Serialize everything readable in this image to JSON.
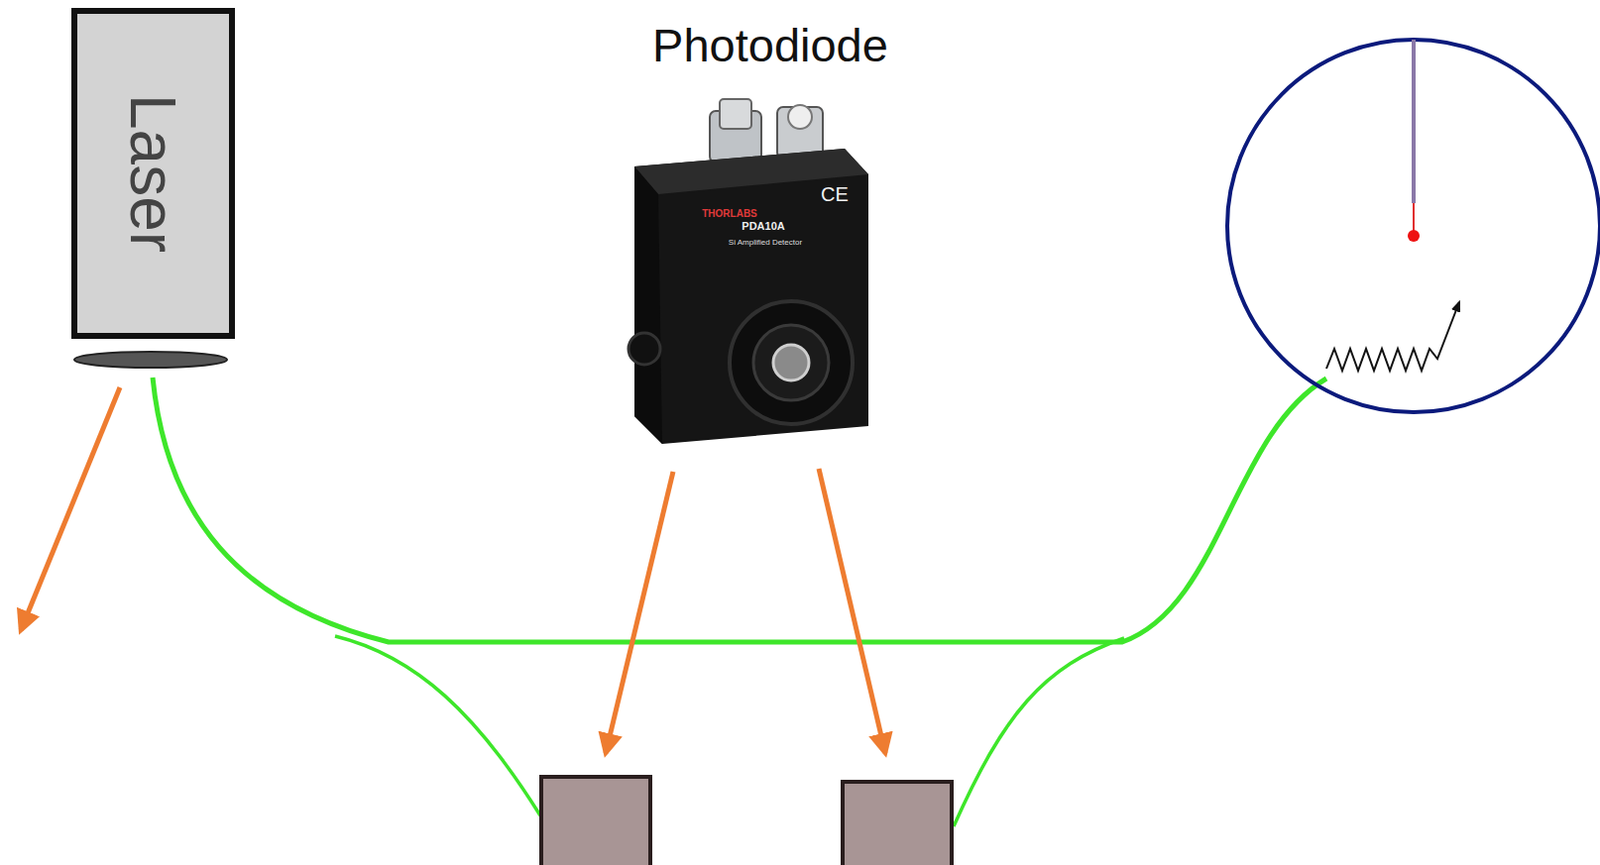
{
  "diagram": {
    "nodes": [
      {
        "text": [
          "Laser"
        ]
      }
    ],
    "labels": [
      "Photodiode",
      "THORLABS",
      "CE",
      "PDA10A",
      "Si Amplified Detector"
    ]
  }
}
